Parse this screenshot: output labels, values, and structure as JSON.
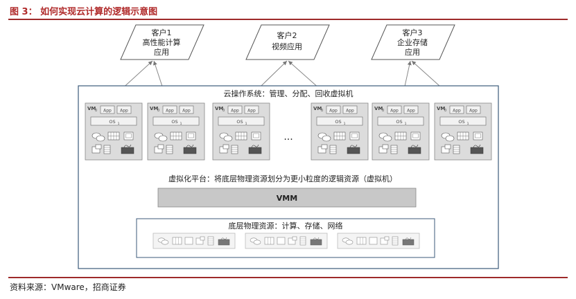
{
  "figure": {
    "title": "图 3： 如何实现云计算的逻辑示意图",
    "source": "资料来源：VMware，招商证券"
  },
  "clients": [
    {
      "name": "客户1",
      "lines": [
        "高性能计算",
        "应用"
      ]
    },
    {
      "name": "客户2",
      "lines": [
        "视频应用"
      ]
    },
    {
      "name": "客户3",
      "lines": [
        "企业存储",
        "应用"
      ]
    }
  ],
  "cloud": {
    "os_label": "云操作系统：管理、分配、回收虚拟机",
    "ellipsis": "...",
    "vm": {
      "name": "VM",
      "sub": "0",
      "app_label": "App",
      "os_name": "OS",
      "os_sub": "1"
    },
    "virtualization_label": "虚拟化平台：将底层物理资源划分为更小粒度的逻辑资源（虚拟机）",
    "vmm_label": "VMM",
    "physical_label": "底层物理资源：计算、存储、网络"
  },
  "colors": {
    "accent": "#9e2a2a",
    "frame_border": "#3b5a7a",
    "vm_fill": "#dcdcdc",
    "vmm_fill": "#c8c8c8"
  }
}
